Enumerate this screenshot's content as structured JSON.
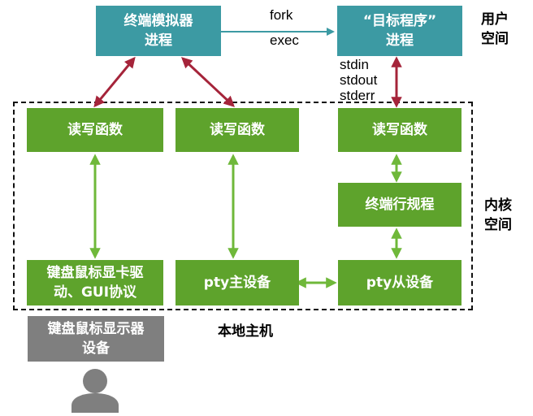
{
  "boxes": {
    "terminal_emulator": "终端模拟器\n进程",
    "target_program": "“目标程序”\n进程",
    "read_write_1": "读写函数",
    "read_write_2": "读写函数",
    "read_write_3": "读写函数",
    "line_discipline": "终端行规程",
    "driver": "键盘鼠标显卡驱\n动、GUI协议",
    "pty_master": "pty主设备",
    "pty_slave": "pty从设备",
    "devices": "键盘鼠标显示器\n设备"
  },
  "labels": {
    "fork": "fork",
    "exec": "exec",
    "stdin": "stdin",
    "stdout": "stdout",
    "stderr": "stderr",
    "user_space": "用户\n空间",
    "kernel_space": "内核\n空间",
    "local_host": "本地主机"
  },
  "icons": {
    "user": "user-silhouette-icon"
  },
  "colors": {
    "user_box": "#3c9aa3",
    "kernel_box": "#5ea32c",
    "device_box": "#7f7f7f",
    "process_arrow": "#a5243a",
    "kernel_arrow": "#6fb83a",
    "fork_arrow": "#3c9aa3"
  }
}
